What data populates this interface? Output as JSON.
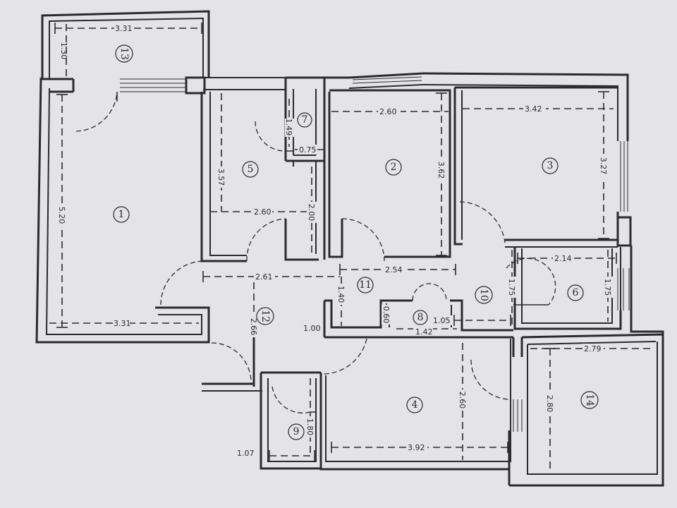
{
  "rooms": [
    {
      "id": "1",
      "label": "1"
    },
    {
      "id": "2",
      "label": "2"
    },
    {
      "id": "3",
      "label": "3"
    },
    {
      "id": "4",
      "label": "4"
    },
    {
      "id": "5",
      "label": "5"
    },
    {
      "id": "6",
      "label": "6"
    },
    {
      "id": "7",
      "label": "7"
    },
    {
      "id": "8",
      "label": "8"
    },
    {
      "id": "9",
      "label": "9"
    },
    {
      "id": "10",
      "label": "10"
    },
    {
      "id": "11",
      "label": "11"
    },
    {
      "id": "12",
      "label": "12"
    },
    {
      "id": "13",
      "label": "13"
    },
    {
      "id": "14",
      "label": "14"
    }
  ],
  "dimensions": {
    "d13_w": "3.31",
    "d13_h": "1.30",
    "d1_h": "5.20",
    "d1_w": "3.31",
    "d5_h": "3.57",
    "d5_w": "2.60",
    "d5_h2": "2.00",
    "d7_h": "1.49",
    "d7_w": "0.75",
    "d2_w": "2.60",
    "d2_h": "3.62",
    "d3_w": "3.42",
    "d3_h": "3.27",
    "d6_w": "2.14",
    "d6_h": "1.75",
    "d10_h": "1.75",
    "d12_w": "2.61",
    "d12_h": "2.66",
    "d11_w": "2.54",
    "d11_h": "1.40",
    "d8_h": "0.60",
    "d8_w": "1.05",
    "d8_w2": "1.42",
    "d_corr": "1.00",
    "d4_h": "2.60",
    "d4_w": "3.92",
    "d14_w": "2.79",
    "d14_h": "2.80",
    "d9_h": "1.80",
    "d9_w": "1.07"
  }
}
